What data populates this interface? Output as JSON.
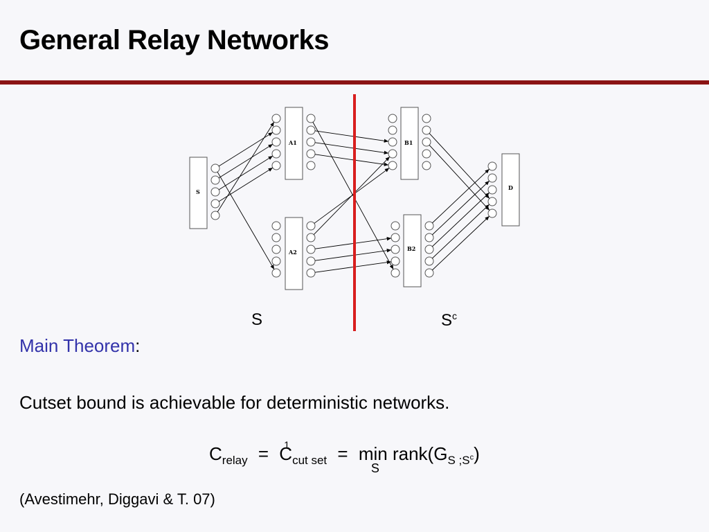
{
  "slide": {
    "title": "General Relay Networks",
    "accent_color": "#8b1414",
    "highlight_color": "#3333aa",
    "cut_color": "#d81e1e"
  },
  "diagram": {
    "nodes": {
      "source": "S",
      "a1": "A1",
      "a2": "A2",
      "b1": "B1",
      "b2": "B2",
      "destination": "D"
    },
    "side_left": "S",
    "side_right_base": "S",
    "side_right_sup": "c"
  },
  "theorem": {
    "heading": "Main Theorem",
    "colon": ":",
    "statement": "Cutset bound is achievable for deterministic networks."
  },
  "equation": {
    "c1": "C",
    "relay_sub": "relay",
    "eq1": "=",
    "c2": "C",
    "cutset_sub": "cut set",
    "eq2": "=",
    "min": "min",
    "min_sub": "S",
    "rank": "rank(G",
    "g_sub": "S ;S",
    "g_sub_sup": "c",
    "close": ")",
    "accent_mark": "1"
  },
  "citation": "(Avestimehr, Diggavi & T. 07)"
}
